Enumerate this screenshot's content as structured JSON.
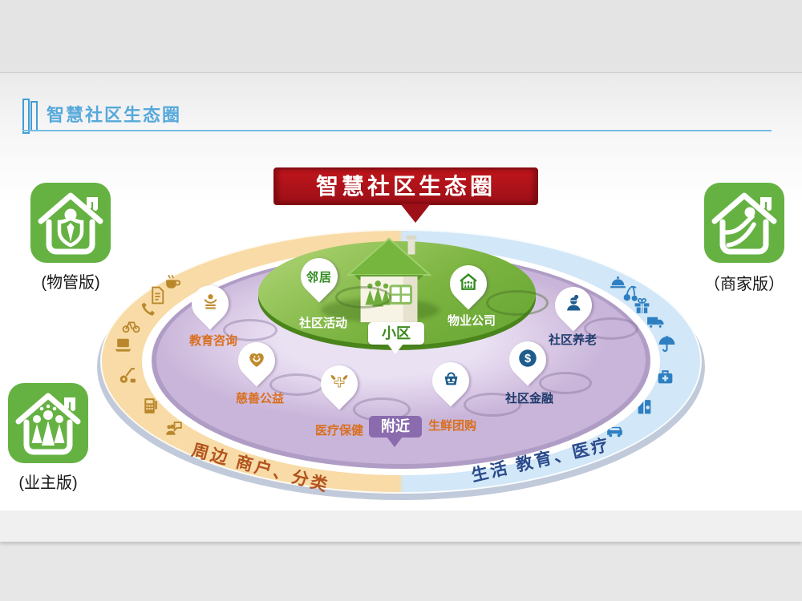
{
  "header": {
    "title": "智慧社区生态圈",
    "accent_color": "#4aa3d8"
  },
  "banner": {
    "text": "智慧社区生态圈",
    "color": "#b01218"
  },
  "ecosystem": {
    "community_zone": {
      "badge": "小区",
      "center_color": "#7cb441",
      "house_icon": "community-house-icon",
      "pins": [
        {
          "badge": "邻居",
          "label": "社区活动"
        },
        {
          "icon": "property-house-icon",
          "label": "物业公司"
        }
      ]
    },
    "nearby_zone": {
      "badge": "附近",
      "badge_color": "#8a6cae",
      "ring_color": "#d5c4e2",
      "pins": [
        {
          "icon": "education-torch-icon",
          "label": "教育咨询"
        },
        {
          "icon": "charity-heart-icon",
          "label": "慈善公益"
        },
        {
          "icon": "medical-wing-cross-icon",
          "label": "医疗保健"
        },
        {
          "icon": "grocery-basket-icon",
          "label": "生鲜团购"
        },
        {
          "icon": "finance-dollar-icon",
          "label": "社区金融",
          "symbol": "$"
        },
        {
          "icon": "elder-care-icon",
          "label": "社区养老"
        }
      ]
    },
    "outer_ring": {
      "left_arc_label": "周边 商户、分类",
      "right_arc_label": "生活 教育、医疗",
      "left_color": "#f8dba6",
      "right_color": "#d2e7f7",
      "left_icon_color": "#b9872c",
      "right_icon_color": "#2e7fc1",
      "left_icons": [
        "coffee-cup-icon",
        "document-icon",
        "phone-icon",
        "bicycle-icon",
        "laptop-icon",
        "vacuum-cleaner-icon",
        "pos-terminal-icon",
        "chat-people-icon"
      ],
      "right_icons": [
        "food-cloche-icon",
        "cherries-icon",
        "gift-icon",
        "delivery-truck-icon",
        "umbrella-icon",
        "first-aid-kit-icon",
        "books-icon",
        "taxi-car-icon"
      ]
    }
  },
  "apps": [
    {
      "label": "(物管版)",
      "icon": "app-house-manager-icon",
      "color": "#65b243"
    },
    {
      "label": "（商家版）",
      "icon": "app-house-merchant-icon",
      "color": "#65b243"
    },
    {
      "label": "(业主版)",
      "icon": "app-house-family-icon",
      "color": "#65b243"
    }
  ]
}
